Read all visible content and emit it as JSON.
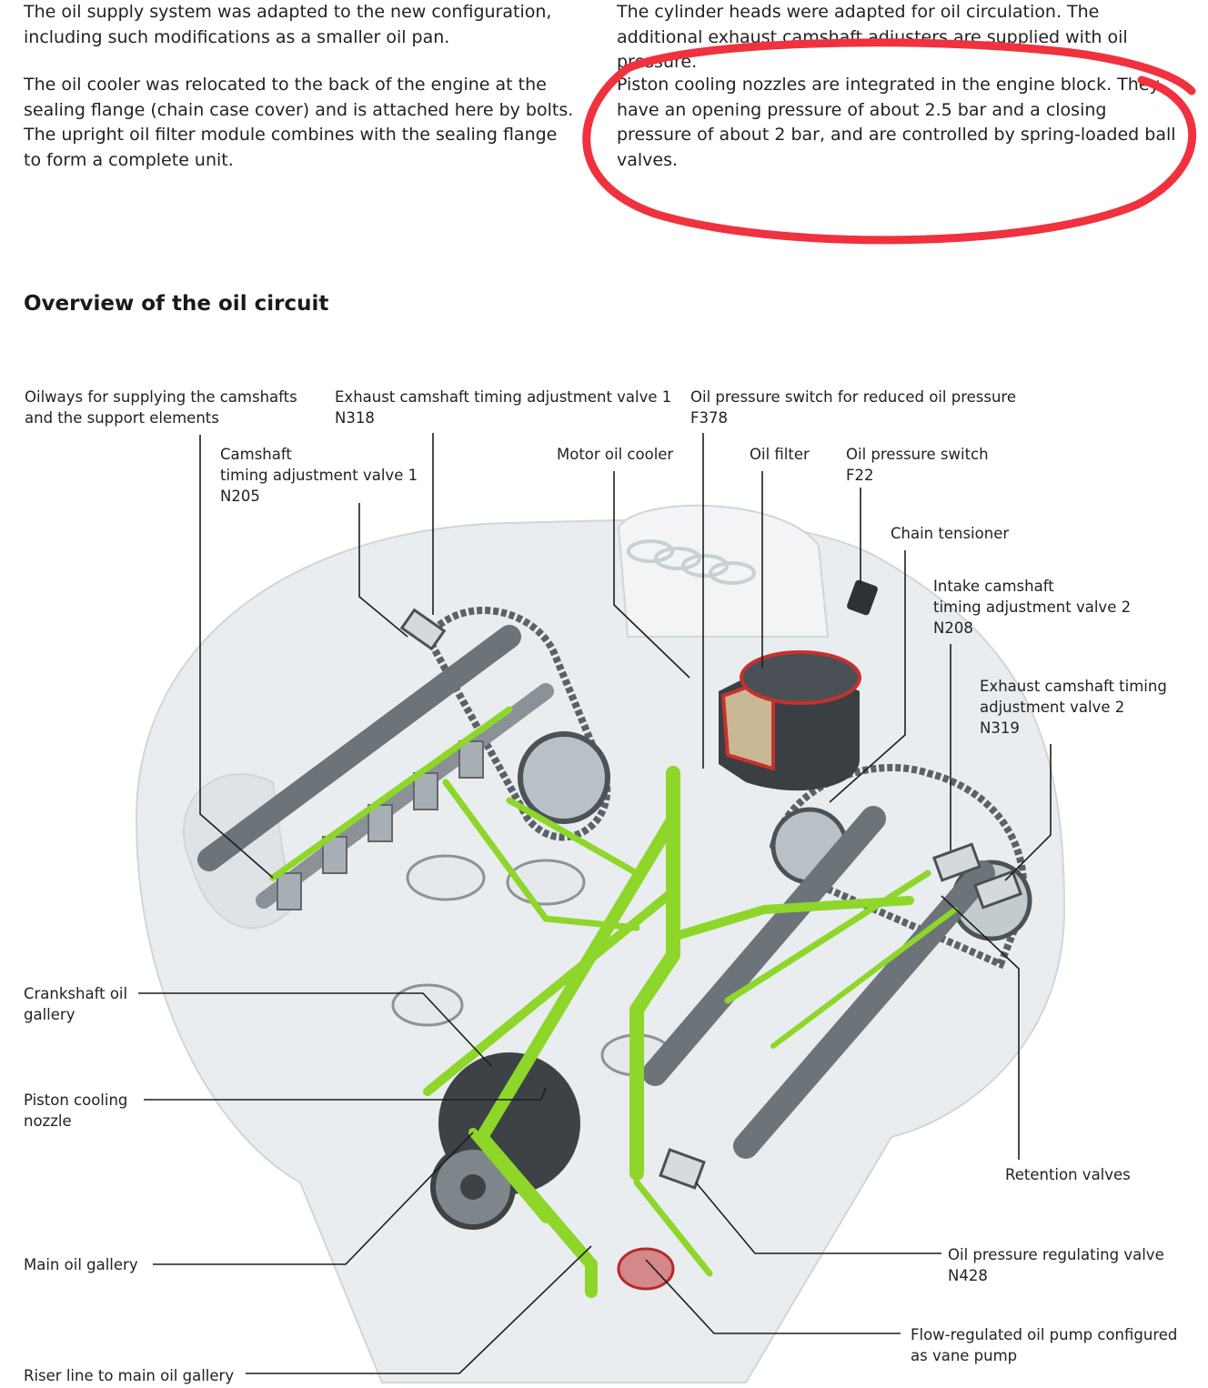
{
  "paragraphs": {
    "left_1": "The oil supply system was adapted to the new configuration, including such modifications as a smaller oil pan.",
    "left_2": "The oil cooler was relocated to the back of the engine at the sealing flange (chain case cover) and is attached here by bolts. The upright oil filter module combines with the sealing flange to form a complete unit.",
    "right_1": "The cylinder heads were adapted for oil circulation. The additional exhaust camshaft adjusters are supplied with oil pressure.",
    "right_2": "Piston cooling nozzles are integrated in the engine block. They have an opening pressure of about 2.5 bar and a closing pressure of about 2 bar, and are controlled by spring-loaded ball valves."
  },
  "heading": "Overview of the oil circuit",
  "highlight_color": "#f0323e",
  "oil_path_color": "#8ed62a",
  "labels": {
    "oilways": [
      "Oilways for supplying the camshafts",
      "and the support elements"
    ],
    "exhaust_valve_1": [
      "Exhaust camshaft timing adjustment valve 1",
      "N318"
    ],
    "pressure_switch_reduced": [
      "Oil pressure switch for reduced oil pressure",
      "F378"
    ],
    "camshaft_valve_1": [
      "Camshaft",
      "timing adjustment valve 1",
      "N205"
    ],
    "motor_oil_cooler": [
      "Motor oil cooler"
    ],
    "oil_filter": [
      "Oil filter"
    ],
    "oil_pressure_switch": [
      "Oil pressure switch",
      "F22"
    ],
    "chain_tensioner": [
      "Chain tensioner"
    ],
    "intake_valve_2": [
      "Intake camshaft",
      "timing adjustment valve 2",
      "N208"
    ],
    "exhaust_valve_2": [
      "Exhaust camshaft timing",
      "adjustment valve 2",
      "N319"
    ],
    "crankshaft_gallery": [
      "Crankshaft oil",
      "gallery"
    ],
    "piston_nozzle": [
      "Piston cooling",
      "nozzle"
    ],
    "retention_valves": [
      "Retention valves"
    ],
    "main_gallery": [
      "Main oil gallery"
    ],
    "regulating_valve": [
      "Oil pressure regulating valve",
      "N428"
    ],
    "oil_pump": [
      "Flow-regulated oil pump configured",
      "as vane pump"
    ],
    "riser_line": [
      "Riser line to main oil gallery"
    ]
  }
}
